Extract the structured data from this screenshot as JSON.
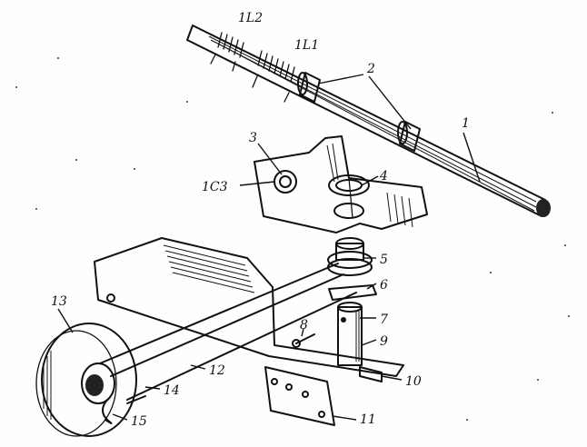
{
  "labels": {
    "l1": "1",
    "l2": "2",
    "l3": "3",
    "l4": "4",
    "l5": "5",
    "l6": "6",
    "l7": "7",
    "l8": "8",
    "l9": "9",
    "l10": "10",
    "l11": "11",
    "l12": "12",
    "l13": "13",
    "l14": "14",
    "l15": "15",
    "lL1": "1L1",
    "lL2": "1L2",
    "lC3": "1C3"
  }
}
